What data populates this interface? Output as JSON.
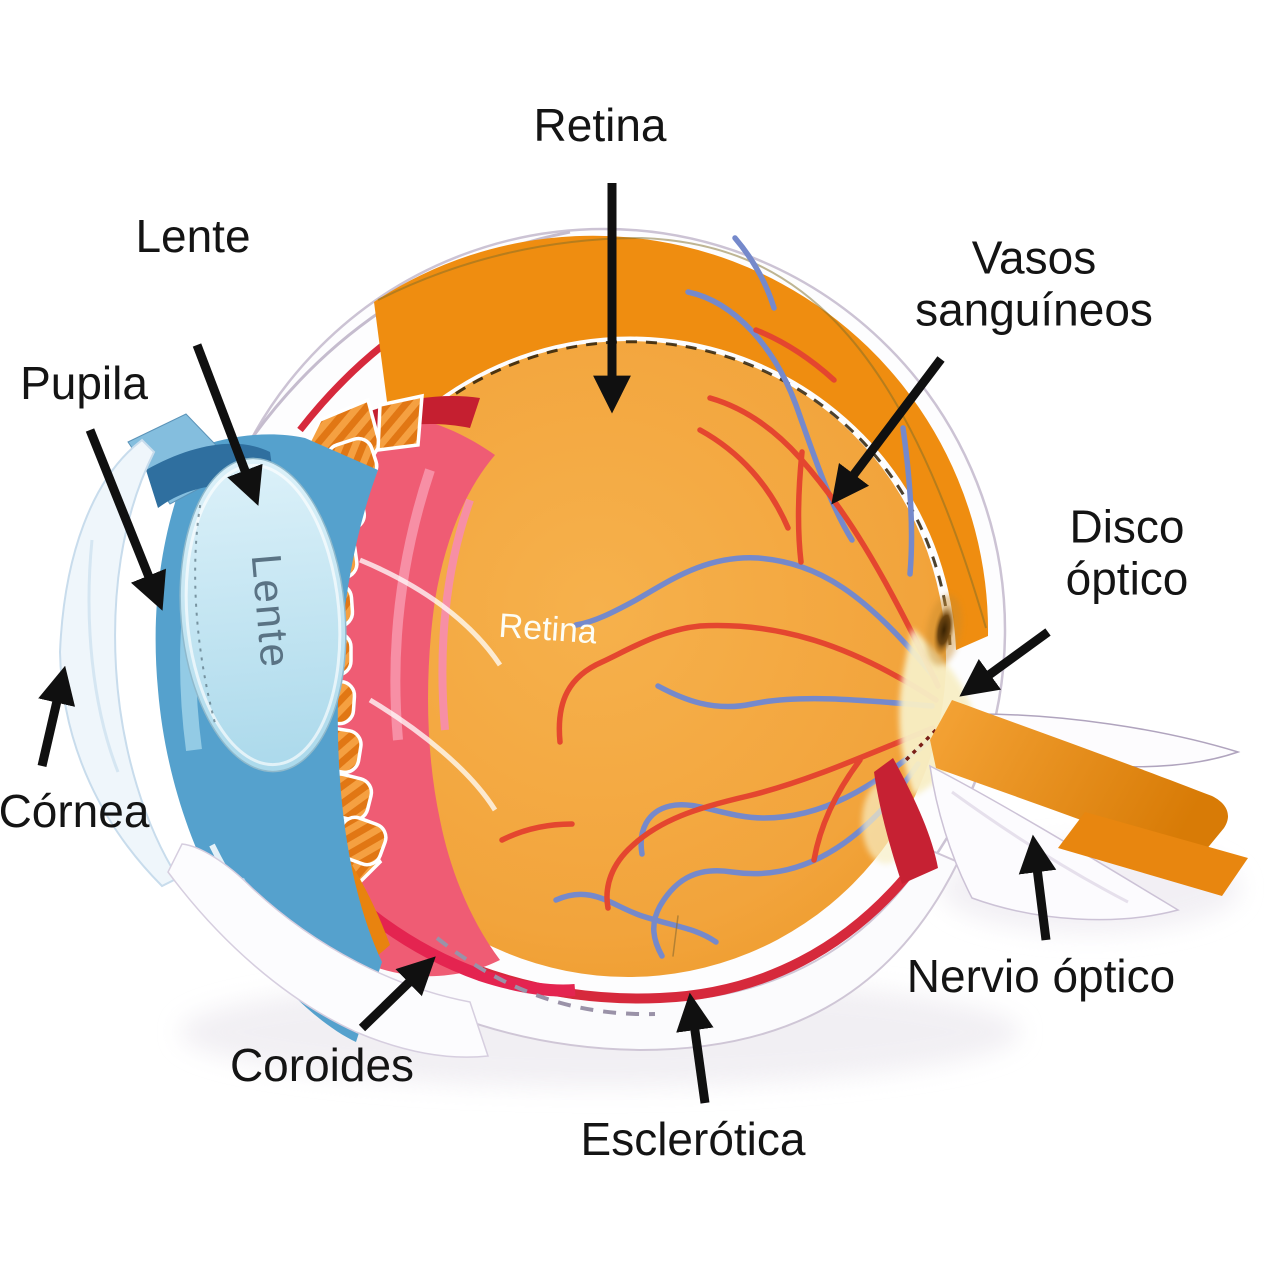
{
  "figure": {
    "type": "anatomy-diagram",
    "subject": "Modelo de corte transversal del ojo humano (maqueta de papel) con rótulos en español",
    "background": "#ffffff"
  },
  "labels": {
    "retina": "Retina",
    "lente": "Lente",
    "pupila": "Pupila",
    "cornea": "Córnea",
    "coroides": "Coroides",
    "esclerotica": "Esclerótica",
    "nervio_optico": "Nervio óptico",
    "vasos_line1": "Vasos",
    "vasos_line2": "sanguíneos",
    "disco_line1": "Disco",
    "disco_line2": "óptico"
  },
  "inline_labels": {
    "retina_surface": "Retina",
    "lens": "Lente"
  },
  "colors": {
    "label_text": "#141414",
    "arrow": "#101010",
    "retina_outer_band": "#EF8D10",
    "retina_inner": "#F2A53C",
    "choroid_pink": "#EF5C74",
    "choroid_red_line": "#D6293C",
    "ciliary_stripe_dark": "#E17714",
    "ciliary_stripe_light": "#F5A041",
    "iris_blue": "#55A1CD",
    "iris_fold_dark": "#2F6F9F",
    "lens_blue": "#C7E6F2",
    "lens_text": "#5A7384",
    "vessel_red": "#E4462F",
    "vessel_blue": "#7589CB",
    "optic_disc_pale": "#F8EFC6",
    "fovea_dark": "#3A2303",
    "optic_nerve_orange": "#F09325",
    "sclera_white": "#FCFBFE"
  }
}
